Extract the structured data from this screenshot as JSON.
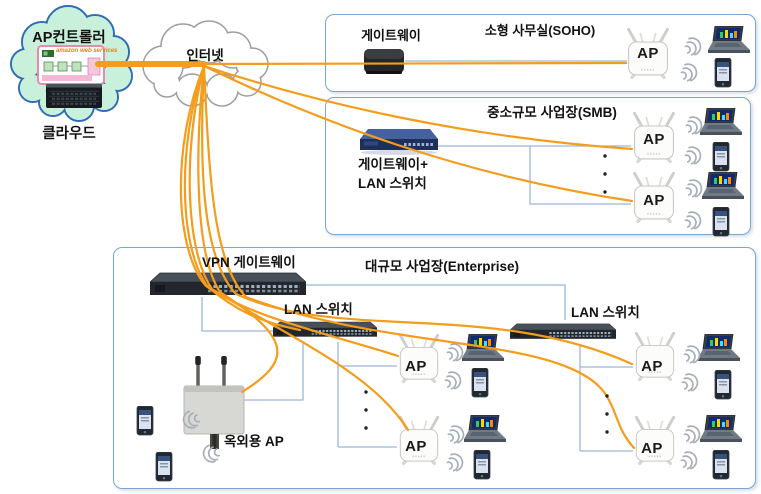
{
  "diagram": {
    "controller": {
      "title": "AP컨트롤러",
      "caption": "클라우드",
      "aws_text": "amazon web services"
    },
    "internet": {
      "label": "인터넷"
    },
    "soho": {
      "title": "소형 사무실(SOHO)",
      "gateway_label": "게이트웨이",
      "ap_label": "AP"
    },
    "smb": {
      "title": "중소규모 사업장(SMB)",
      "gateway_line1": "게이트웨이+",
      "gateway_line2": "LAN 스위치",
      "ap1_label": "AP",
      "ap2_label": "AP"
    },
    "enterprise": {
      "title": "대규모 사업장(Enterprise)",
      "vpn_gateway_label": "VPN 게이트웨이",
      "lan_switch1_label": "LAN 스위치",
      "lan_switch2_label": "LAN 스위치",
      "outdoor_ap_label": "옥외용 AP",
      "ap_labels": [
        "AP",
        "AP",
        "AP",
        "AP"
      ]
    },
    "colors": {
      "tunnel_orange": "#F49C1C",
      "zone_border_blue": "#7AA6D6",
      "lan_link_blue": "#9CB6DA",
      "controller_cloud_fill": "#C9F0DA",
      "controller_cloud_border": "#2F6DB5"
    }
  }
}
